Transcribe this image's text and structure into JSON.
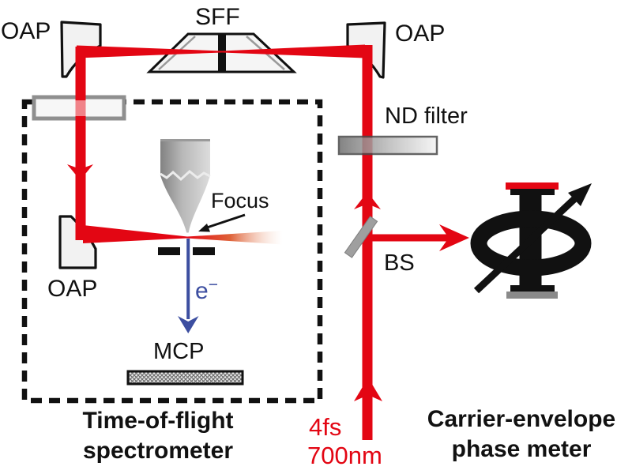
{
  "figure": {
    "type": "optical-setup-schematic",
    "labels": {
      "oap_top_left": "OAP",
      "sff": "SFF",
      "oap_top_right": "OAP",
      "nd_filter": "ND filter",
      "focus": "Focus",
      "bs": "BS",
      "oap_bottom": "OAP",
      "electron_base": "e",
      "electron_sup": "−",
      "mcp": "MCP",
      "tof_line1": "Time-of-flight",
      "tof_line2": "spectrometer",
      "pulse_line1": "4fs",
      "pulse_line2": "700nm",
      "cep_line1": "Carrier-envelope",
      "cep_line2": "phase meter"
    },
    "colors": {
      "beam_red": "#e30613",
      "electron_blue": "#3c4ea0",
      "outline_black": "#111111",
      "mirror_fill": "#f2f2f2",
      "metal_gray": "#9f9f9f",
      "phase_serif_gray": "#8a8a8a"
    },
    "icons": {
      "oap_mirror": "oap-mirror-icon",
      "sff_wedge": "sff-wedge-icon",
      "vacuum_window": "vacuum-window-icon",
      "nd_filter_bar": "nd-filter-icon",
      "beamsplitter": "beamsplitter-icon",
      "nanotip": "nanotip-icon",
      "aperture": "aperture-icon",
      "mcp_detector": "mcp-detector-icon",
      "phase_symbol": "phase-symbol-icon"
    }
  }
}
